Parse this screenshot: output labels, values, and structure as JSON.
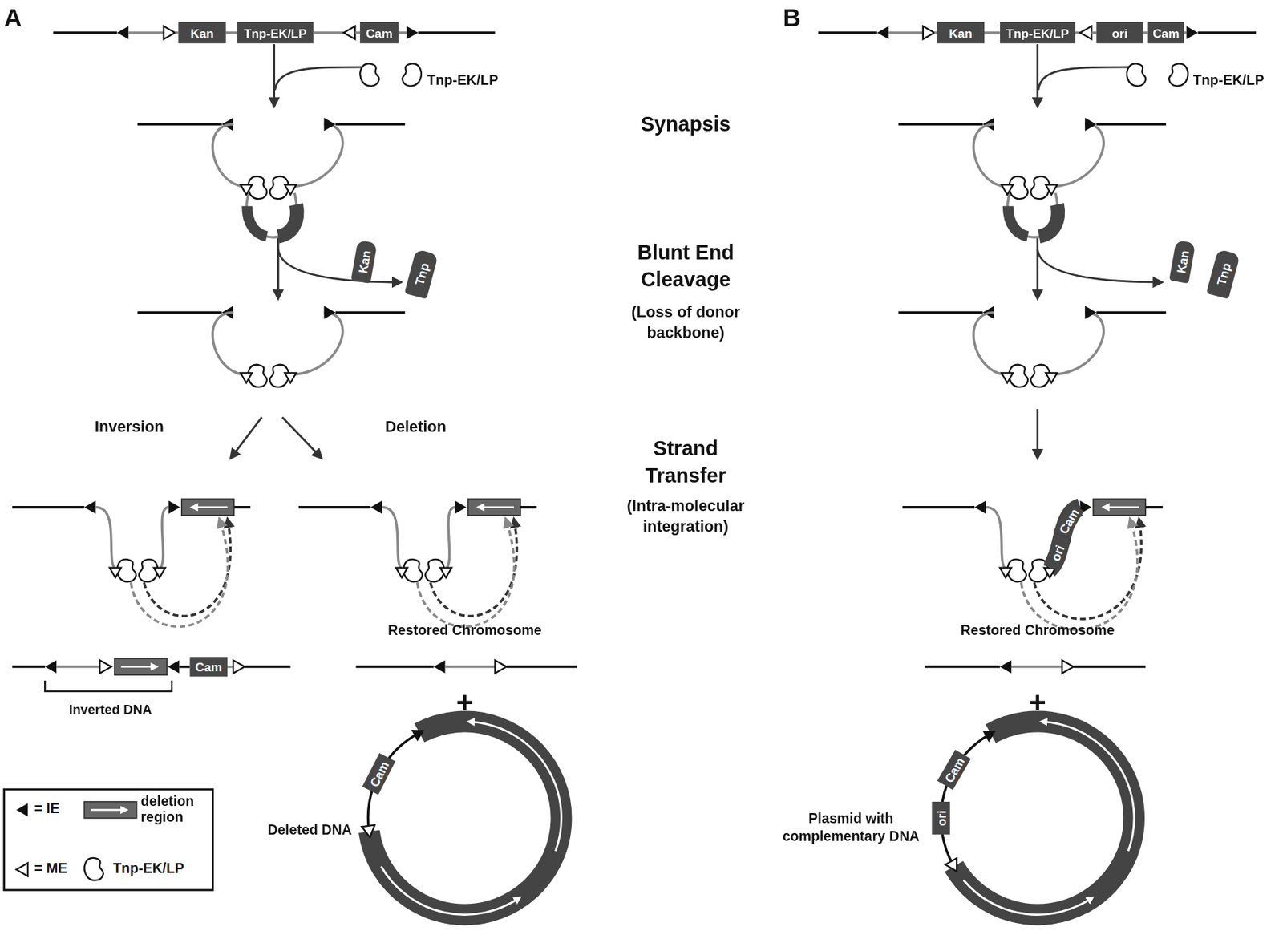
{
  "diagram": {
    "nodes": [
      {
        "text": [
          "Kan"
        ]
      },
      {
        "text": [
          "Tnp-EK/LP"
        ]
      },
      {
        "text": [
          "Cam"
        ]
      },
      {
        "text": [
          "Kan"
        ]
      },
      {
        "text": [
          "Tnp-EK/LP"
        ]
      },
      {
        "text": [
          "ori"
        ]
      },
      {
        "text": [
          "Cam"
        ]
      },
      {
        "text": [
          "Kan"
        ]
      },
      {
        "text": [
          "Tnp"
        ]
      },
      {
        "text": [
          "Kan"
        ]
      },
      {
        "text": [
          "Tnp"
        ]
      },
      {
        "text": [
          "Cam"
        ]
      },
      {
        "text": [
          "Cam"
        ]
      },
      {
        "text": [
          "ori"
        ]
      },
      {
        "text": [
          "Cam"
        ]
      },
      {
        "text": [
          "Cam"
        ]
      },
      {
        "text": [
          "ori"
        ]
      }
    ],
    "labels": [
      "A",
      "B",
      "Tnp-EK/LP",
      "Tnp-EK/LP",
      "Synapsis",
      "Blunt End Cleavage",
      "(Loss of donor backbone)",
      "Inversion",
      "Deletion",
      "Strand Transfer",
      "(Intra-molecular integration)",
      "Inverted DNA",
      "Restored Chromosome",
      "Restored Chromosome",
      "+",
      "+",
      "Deleted DNA",
      "Plasmid with complementary DNA"
    ],
    "legend": [
      {
        "text": "= IE"
      },
      {
        "text": "deletion region"
      },
      {
        "text": "= ME"
      },
      {
        "text": "Tnp-EK/LP"
      }
    ]
  }
}
